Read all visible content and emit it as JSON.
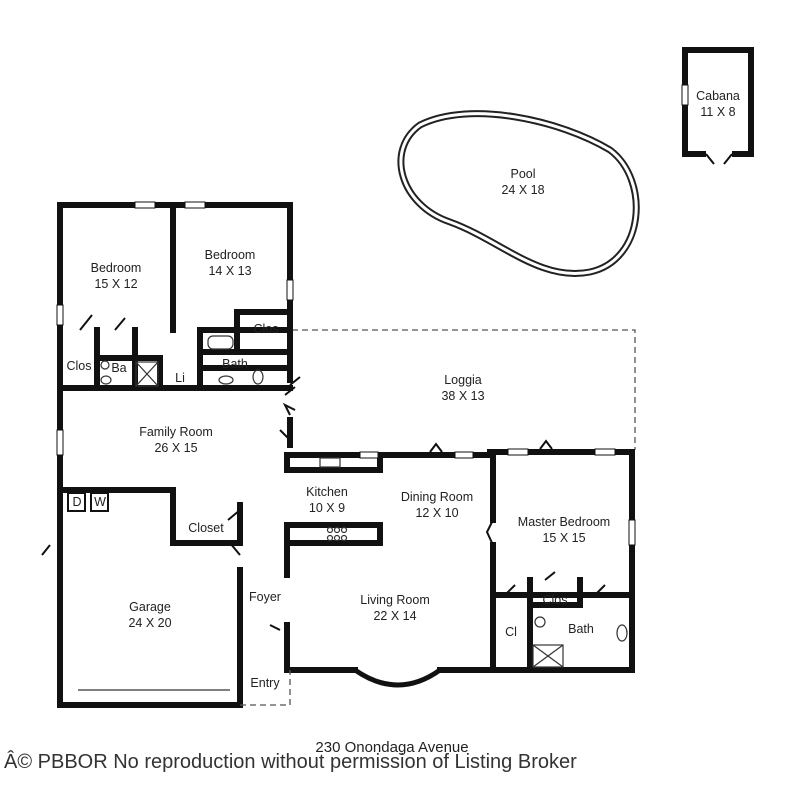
{
  "rooms": {
    "cabana": {
      "name": "Cabana",
      "size": "11 X 8"
    },
    "pool": {
      "name": "Pool",
      "size": "24 X 18"
    },
    "bedroom1": {
      "name": "Bedroom",
      "size": "15 X 12"
    },
    "bedroom2": {
      "name": "Bedroom",
      "size": "14 X 13"
    },
    "loggia": {
      "name": "Loggia",
      "size": "38 X 13"
    },
    "family": {
      "name": "Family Room",
      "size": "26 X 15"
    },
    "kitchen": {
      "name": "Kitchen",
      "size": "10 X 9"
    },
    "dining": {
      "name": "Dining Room",
      "size": "12 X 10"
    },
    "master": {
      "name": "Master Bedroom",
      "size": "15 X 15"
    },
    "living": {
      "name": "Living Room",
      "size": "22 X 14"
    },
    "garage": {
      "name": "Garage",
      "size": "24 X 20"
    }
  },
  "labels": {
    "clos1": "Clos",
    "ba": "Ba",
    "li": "Li",
    "clos2": "Clos",
    "bath1": "Bath",
    "closet": "Closet",
    "foyer": "Foyer",
    "entry": "Entry",
    "cl": "Cl",
    "clos3": "Clos",
    "bath2": "Bath",
    "dryer": "D",
    "washer": "W"
  },
  "address": "230 Onondaga Avenue",
  "copyright": "Â© PBBOR No reproduction without permission of Listing Broker"
}
